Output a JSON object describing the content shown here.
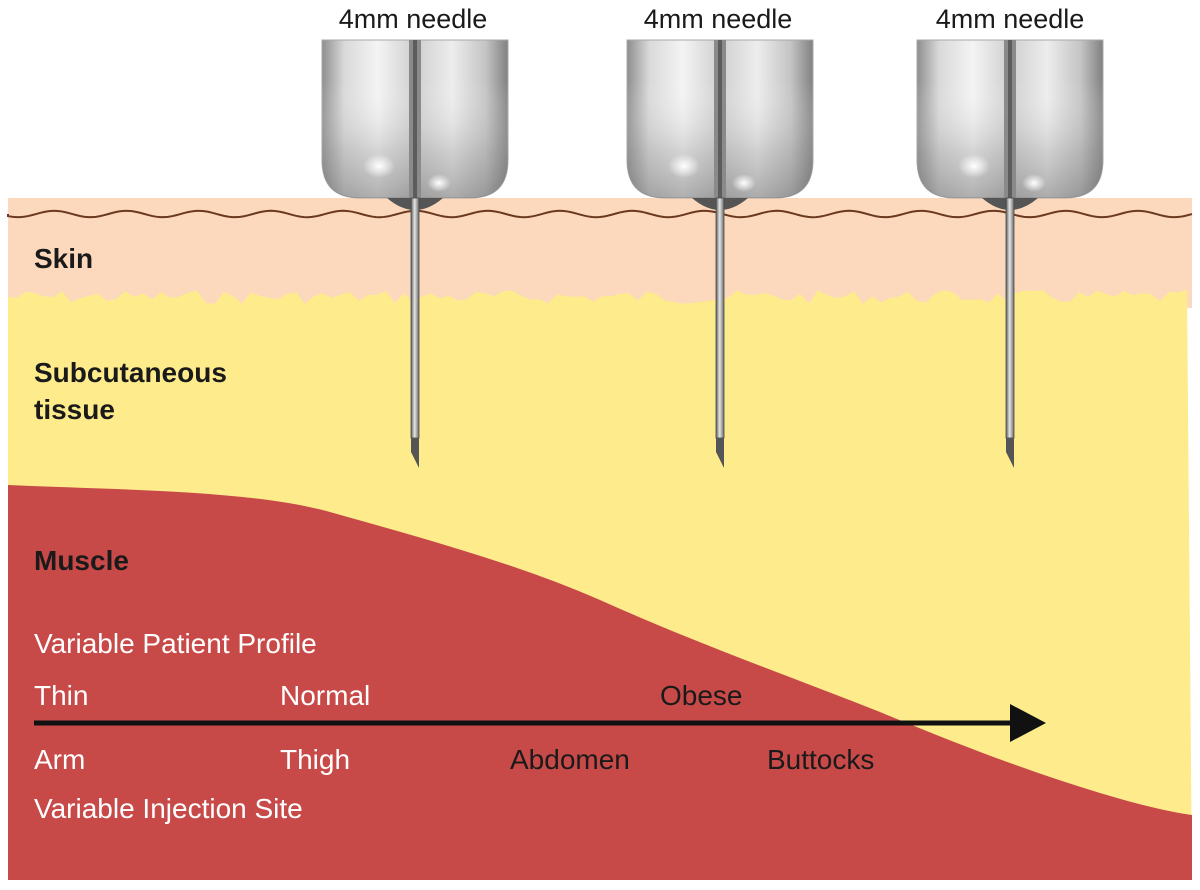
{
  "needles": [
    {
      "label": "4mm needle"
    },
    {
      "label": "4mm needle"
    },
    {
      "label": "4mm needle"
    }
  ],
  "layers": {
    "skin": "Skin",
    "subcutaneous_line1": "Subcutaneous",
    "subcutaneous_line2": "tissue",
    "muscle": "Muscle"
  },
  "profile": {
    "title": "Variable Patient Profile",
    "thin": "Thin",
    "normal": "Normal",
    "obese": "Obese"
  },
  "site": {
    "arm": "Arm",
    "thigh": "Thigh",
    "abdomen": "Abdomen",
    "buttocks": "Buttocks",
    "title": "Variable Injection Site"
  },
  "colors": {
    "skin": "#fcd9bd",
    "subcutaneous": "#fdeb8c",
    "muscle": "#c84a48",
    "skin_line": "#6b3a1e",
    "arrow": "#111111"
  }
}
